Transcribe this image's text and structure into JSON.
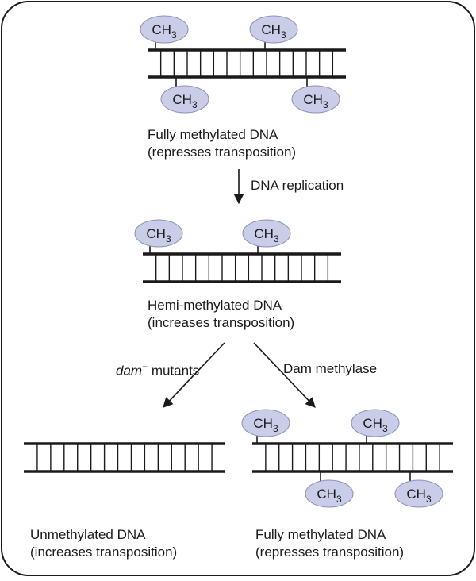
{
  "colors": {
    "methyl_fill": "#c9cde8",
    "methyl_stroke": "#8a8fb8",
    "strand": "#1a1a1a",
    "frame": "#1a1a1a"
  },
  "methyl_group": {
    "base": "CH",
    "subscript": "3"
  },
  "states": {
    "fully_top": {
      "line1": "Fully methylated DNA",
      "line2": "(represses transposition)"
    },
    "hemi": {
      "line1": "Hemi-methylated DNA",
      "line2": "(increases transposition)"
    },
    "unmethylated": {
      "line1": "Unmethylated DNA",
      "line2": "(increases transposition)"
    },
    "fully_bottom": {
      "line1": "Fully methylated DNA",
      "line2": "(represses transposition)"
    }
  },
  "steps": {
    "replication": "DNA replication",
    "dam_mutant": {
      "italic": "dam",
      "superscript": "−",
      "rest": " mutants"
    },
    "dam_methylase": "Dam methylase"
  }
}
